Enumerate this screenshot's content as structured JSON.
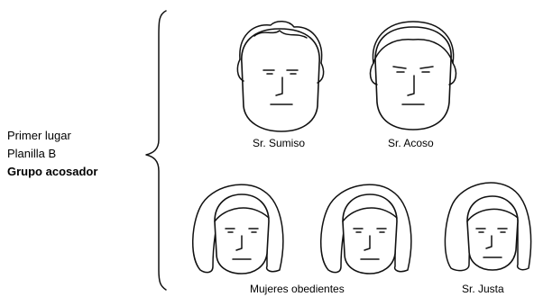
{
  "labels": {
    "line1": "Primer lugar",
    "line2": "Planilla B",
    "line3": "Grupo acosador"
  },
  "captions": {
    "sumiso": "Sr. Sumiso",
    "acoso": "Sr. Acoso",
    "mujeres": "Mujeres obedientes",
    "justa": "Sr. Justa"
  }
}
